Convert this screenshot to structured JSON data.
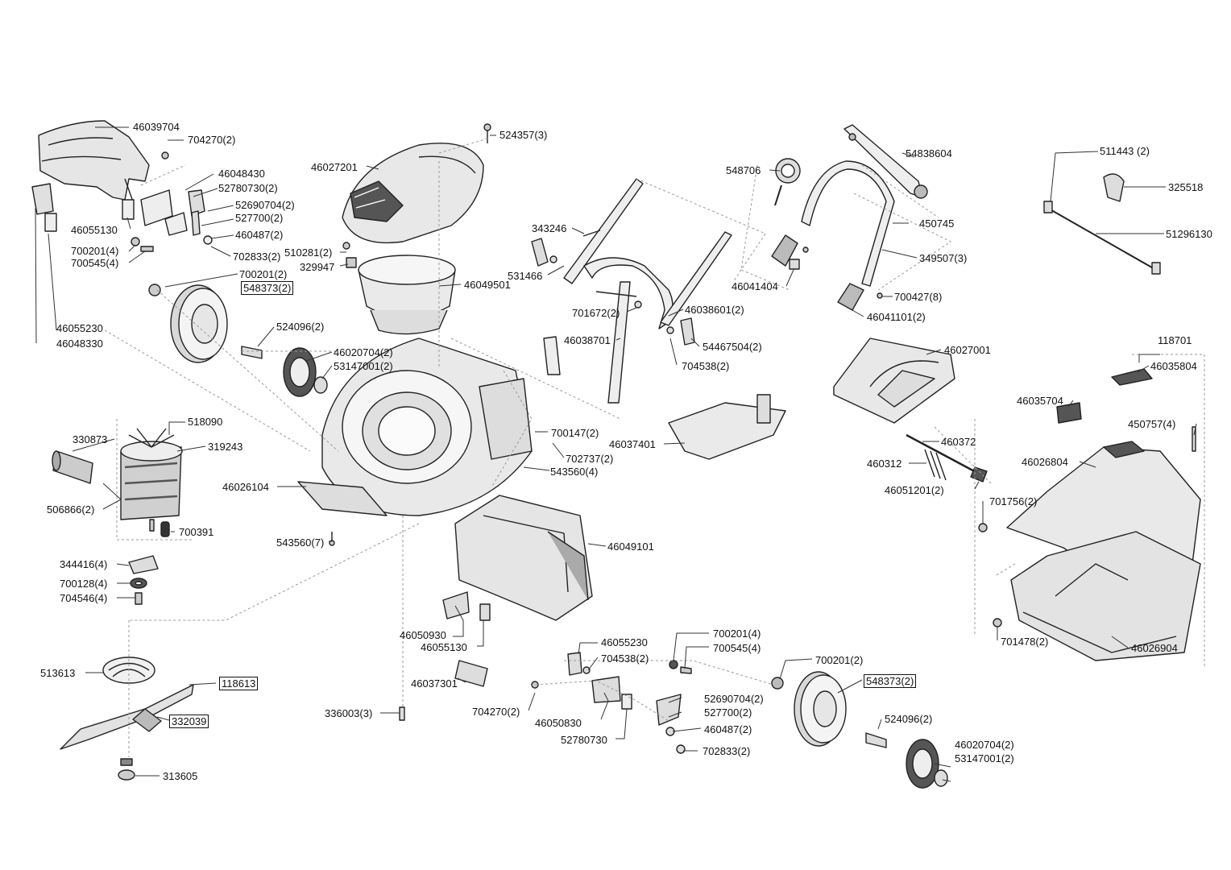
{
  "parts": [
    {
      "id": "p46039704",
      "text": "46039704",
      "boxed": false
    },
    {
      "id": "p704270a",
      "text": "704270(2)",
      "boxed": false
    },
    {
      "id": "p46048430",
      "text": "46048430",
      "boxed": false
    },
    {
      "id": "p52780730a",
      "text": "52780730(2)",
      "boxed": false
    },
    {
      "id": "p52690704a",
      "text": "52690704(2)",
      "boxed": false
    },
    {
      "id": "p527700a",
      "text": "527700(2)",
      "boxed": false
    },
    {
      "id": "p460487a",
      "text": "460487(2)",
      "boxed": false
    },
    {
      "id": "p702833a",
      "text": "702833(2)",
      "boxed": false
    },
    {
      "id": "p46055130a",
      "text": "46055130",
      "boxed": false
    },
    {
      "id": "p700201a",
      "text": "700201(4)",
      "boxed": false
    },
    {
      "id": "p700545a",
      "text": "700545(4)",
      "boxed": false
    },
    {
      "id": "p700201b",
      "text": "700201(2)",
      "boxed": false
    },
    {
      "id": "p548373a",
      "text": "548373(2)",
      "boxed": true
    },
    {
      "id": "p46055230a",
      "text": "46055230",
      "boxed": false
    },
    {
      "id": "p46048330",
      "text": "46048330",
      "boxed": false
    },
    {
      "id": "p524096a",
      "text": "524096(2)",
      "boxed": false
    },
    {
      "id": "p46020704a",
      "text": "46020704(2)",
      "boxed": false
    },
    {
      "id": "p53147001a",
      "text": "53147001(2)",
      "boxed": false
    },
    {
      "id": "p524357",
      "text": "524357(3)",
      "boxed": false
    },
    {
      "id": "p46027201",
      "text": "46027201",
      "boxed": false
    },
    {
      "id": "p510281",
      "text": "510281(2)",
      "boxed": false
    },
    {
      "id": "p329947",
      "text": "329947",
      "boxed": false
    },
    {
      "id": "p46049501",
      "text": "46049501",
      "boxed": false
    },
    {
      "id": "p343246",
      "text": "343246",
      "boxed": false
    },
    {
      "id": "p531466",
      "text": "531466",
      "boxed": false
    },
    {
      "id": "p701672",
      "text": "701672(2)",
      "boxed": false
    },
    {
      "id": "p46038601",
      "text": "46038601(2)",
      "boxed": false
    },
    {
      "id": "p46038701",
      "text": "46038701",
      "boxed": false
    },
    {
      "id": "p54467504",
      "text": "54467504(2)",
      "boxed": false
    },
    {
      "id": "p704538a",
      "text": "704538(2)",
      "boxed": false
    },
    {
      "id": "p548706",
      "text": "548706",
      "boxed": false
    },
    {
      "id": "p54838604",
      "text": "54838604",
      "boxed": false
    },
    {
      "id": "p450745",
      "text": "450745",
      "boxed": false
    },
    {
      "id": "p349507",
      "text": "349507(3)",
      "boxed": false
    },
    {
      "id": "p46041404",
      "text": "46041404",
      "boxed": false
    },
    {
      "id": "p700427",
      "text": "700427(8)",
      "boxed": false
    },
    {
      "id": "p46041101",
      "text": "46041101(2)",
      "boxed": false
    },
    {
      "id": "p511443",
      "text": "511443 (2)",
      "boxed": false
    },
    {
      "id": "p325518",
      "text": "325518",
      "boxed": false
    },
    {
      "id": "p51296130",
      "text": "51296130",
      "boxed": false
    },
    {
      "id": "p46027001",
      "text": "46027001",
      "boxed": false
    },
    {
      "id": "p118701",
      "text": "118701",
      "boxed": false
    },
    {
      "id": "p46035804",
      "text": "46035804",
      "boxed": false
    },
    {
      "id": "p46035704",
      "text": "46035704",
      "boxed": false
    },
    {
      "id": "p450757",
      "text": "450757(4)",
      "boxed": false
    },
    {
      "id": "p46026804",
      "text": "46026804",
      "boxed": false
    },
    {
      "id": "p460372",
      "text": "460372",
      "boxed": false
    },
    {
      "id": "p460312",
      "text": "460312",
      "boxed": false
    },
    {
      "id": "p46051201",
      "text": "46051201(2)",
      "boxed": false
    },
    {
      "id": "p701756",
      "text": "701756(2)",
      "boxed": false
    },
    {
      "id": "p701478",
      "text": "701478(2)",
      "boxed": false
    },
    {
      "id": "p46026904",
      "text": "46026904",
      "boxed": false
    },
    {
      "id": "p518090",
      "text": "518090",
      "boxed": false
    },
    {
      "id": "p330873",
      "text": "330873",
      "boxed": false
    },
    {
      "id": "p319243",
      "text": "319243",
      "boxed": false
    },
    {
      "id": "p506866",
      "text": "506866(2)",
      "boxed": false
    },
    {
      "id": "p700391",
      "text": "700391",
      "boxed": false
    },
    {
      "id": "p46026104",
      "text": "46026104",
      "boxed": false
    },
    {
      "id": "p700147",
      "text": "700147(2)",
      "boxed": false
    },
    {
      "id": "p702737",
      "text": "702737(2)",
      "boxed": false
    },
    {
      "id": "p543560a",
      "text": "543560(4)",
      "boxed": false
    },
    {
      "id": "p46037401",
      "text": "46037401",
      "boxed": false
    },
    {
      "id": "p543560b",
      "text": "543560(7)",
      "boxed": false
    },
    {
      "id": "p46049101",
      "text": "46049101",
      "boxed": false
    },
    {
      "id": "p344416",
      "text": "344416(4)",
      "boxed": false
    },
    {
      "id": "p700128",
      "text": "700128(4)",
      "boxed": false
    },
    {
      "id": "p704546",
      "text": "704546(4)",
      "boxed": false
    },
    {
      "id": "p46050930",
      "text": "46050930",
      "boxed": false
    },
    {
      "id": "p46055130b",
      "text": "46055130",
      "boxed": false
    },
    {
      "id": "p46055230b",
      "text": "46055230",
      "boxed": false
    },
    {
      "id": "p704538b",
      "text": "704538(2)",
      "boxed": false
    },
    {
      "id": "p700201c",
      "text": "700201(4)",
      "boxed": false
    },
    {
      "id": "p700545b",
      "text": "700545(4)",
      "boxed": false
    },
    {
      "id": "p700201d",
      "text": "700201(2)",
      "boxed": false
    },
    {
      "id": "p548373b",
      "text": "548373(2)",
      "boxed": true
    },
    {
      "id": "p513613",
      "text": "513613",
      "boxed": false
    },
    {
      "id": "p118613",
      "text": "118613",
      "boxed": true
    },
    {
      "id": "p332039",
      "text": "332039",
      "boxed": true
    },
    {
      "id": "p313605",
      "text": "313605",
      "boxed": false
    },
    {
      "id": "p46037301",
      "text": "46037301",
      "boxed": false
    },
    {
      "id": "p336003",
      "text": "336003(3)",
      "boxed": false
    },
    {
      "id": "p704270b",
      "text": "704270(2)",
      "boxed": false
    },
    {
      "id": "p46050830",
      "text": "46050830",
      "boxed": false
    },
    {
      "id": "p52780730b",
      "text": "52780730",
      "boxed": false
    },
    {
      "id": "p52690704b",
      "text": "52690704(2)",
      "boxed": false
    },
    {
      "id": "p527700b",
      "text": "527700(2)",
      "boxed": false
    },
    {
      "id": "p460487b",
      "text": "460487(2)",
      "boxed": false
    },
    {
      "id": "p702833b",
      "text": "702833(2)",
      "boxed": false
    },
    {
      "id": "p524096b",
      "text": "524096(2)",
      "boxed": false
    },
    {
      "id": "p46020704b",
      "text": "46020704(2)",
      "boxed": false
    },
    {
      "id": "p53147001b",
      "text": "53147001(2)",
      "boxed": false
    }
  ]
}
